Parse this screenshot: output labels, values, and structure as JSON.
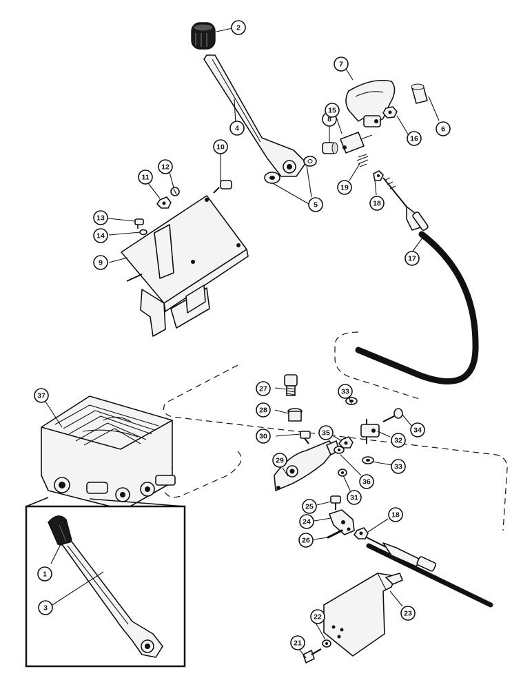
{
  "callouts": [
    {
      "id": "c1",
      "label": "1"
    },
    {
      "id": "c2",
      "label": "2"
    },
    {
      "id": "c3",
      "label": "3"
    },
    {
      "id": "c4",
      "label": "4"
    },
    {
      "id": "c5",
      "label": "5"
    },
    {
      "id": "c6",
      "label": "6"
    },
    {
      "id": "c7",
      "label": "7"
    },
    {
      "id": "c8",
      "label": "8"
    },
    {
      "id": "c9",
      "label": "9"
    },
    {
      "id": "c10",
      "label": "10"
    },
    {
      "id": "c11",
      "label": "11"
    },
    {
      "id": "c12",
      "label": "12"
    },
    {
      "id": "c13",
      "label": "13"
    },
    {
      "id": "c14",
      "label": "14"
    },
    {
      "id": "c15",
      "label": "15"
    },
    {
      "id": "c16",
      "label": "16"
    },
    {
      "id": "c17",
      "label": "17"
    },
    {
      "id": "c18a",
      "label": "18"
    },
    {
      "id": "c18b",
      "label": "18"
    },
    {
      "id": "c19",
      "label": "19"
    },
    {
      "id": "c21",
      "label": "21"
    },
    {
      "id": "c22",
      "label": "22"
    },
    {
      "id": "c23",
      "label": "23"
    },
    {
      "id": "c24",
      "label": "24"
    },
    {
      "id": "c25",
      "label": "25"
    },
    {
      "id": "c26",
      "label": "26"
    },
    {
      "id": "c27",
      "label": "27"
    },
    {
      "id": "c28",
      "label": "28"
    },
    {
      "id": "c29",
      "label": "29"
    },
    {
      "id": "c30",
      "label": "30"
    },
    {
      "id": "c31",
      "label": "31"
    },
    {
      "id": "c32",
      "label": "32"
    },
    {
      "id": "c33a",
      "label": "33"
    },
    {
      "id": "c33b",
      "label": "33"
    },
    {
      "id": "c34",
      "label": "34"
    },
    {
      "id": "c35",
      "label": "35"
    },
    {
      "id": "c36",
      "label": "36"
    },
    {
      "id": "c37",
      "label": "37"
    }
  ]
}
